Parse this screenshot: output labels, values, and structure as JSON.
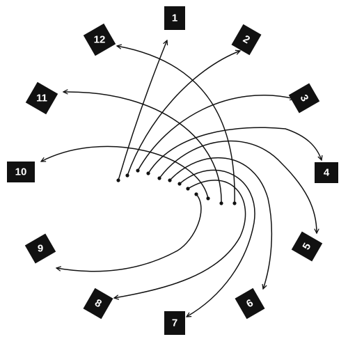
{
  "colors": {
    "ink": "#111111",
    "label_text": "#ffffff",
    "background": "#ffffff"
  },
  "diagram": {
    "labels": [
      "1",
      "2",
      "3",
      "4",
      "5",
      "6",
      "7",
      "8",
      "9",
      "10",
      "11",
      "12"
    ]
  }
}
